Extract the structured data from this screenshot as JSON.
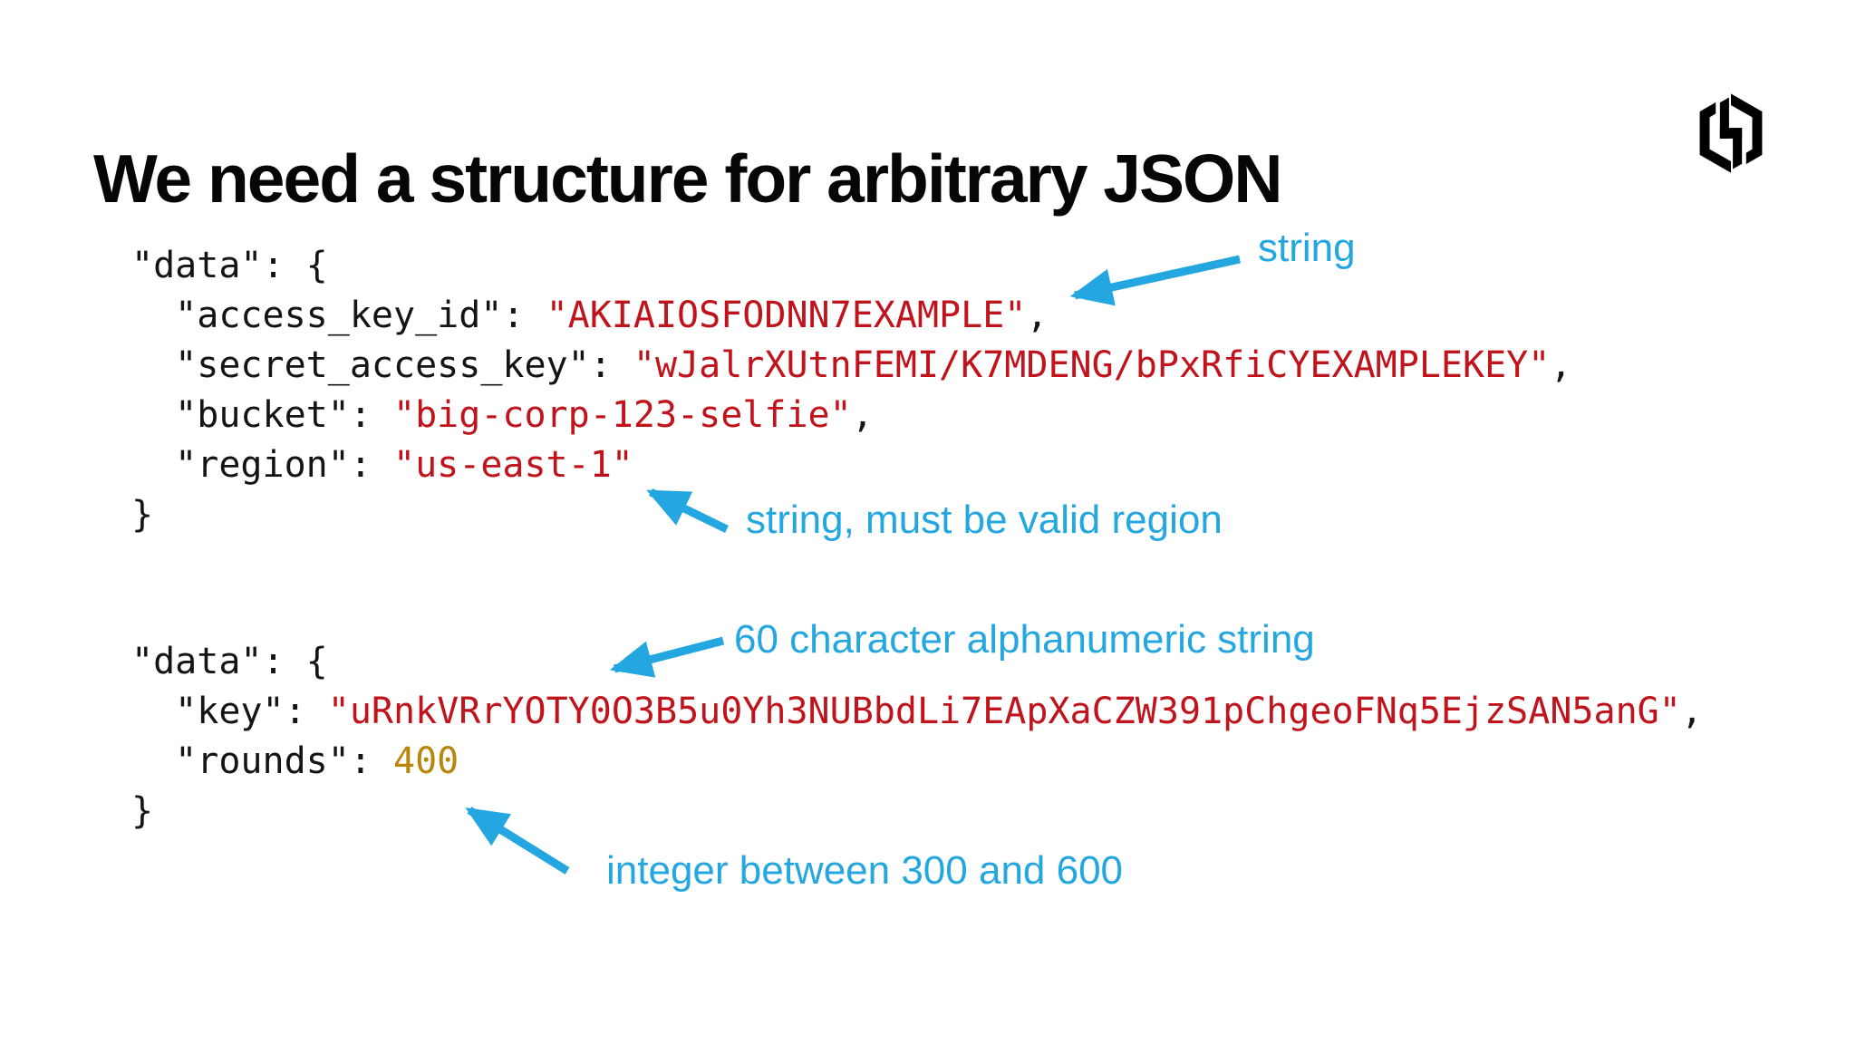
{
  "page": {
    "title": "We need a structure for arbitrary JSON"
  },
  "logo": {
    "name": "hashicorp-logo",
    "color": "#000000"
  },
  "colors": {
    "annotation_blue": "#24a7e0",
    "string_red": "#c0131c",
    "number_gold": "#b8860b",
    "code_ink": "#141414"
  },
  "code_blocks": [
    {
      "name": "aws-credentials-json",
      "lines": [
        [
          [
            "k",
            "\"data\": {"
          ]
        ],
        [
          [
            "k",
            "  \"access_key_id\": "
          ],
          [
            "s",
            "\"AKIAIOSFODNN7EXAMPLE\""
          ],
          [
            "k",
            ","
          ]
        ],
        [
          [
            "k",
            "  \"secret_access_key\": "
          ],
          [
            "s",
            "\"wJalrXUtnFEMI/K7MDENG/bPxRfiCYEXAMPLEKEY\""
          ],
          [
            "k",
            ","
          ]
        ],
        [
          [
            "k",
            "  \"bucket\": "
          ],
          [
            "s",
            "\"big-corp-123-selfie\""
          ],
          [
            "k",
            ","
          ]
        ],
        [
          [
            "k",
            "  \"region\": "
          ],
          [
            "s",
            "\"us-east-1\""
          ]
        ],
        [
          [
            "k",
            "}"
          ]
        ]
      ]
    },
    {
      "name": "key-rounds-json",
      "lines": [
        [
          [
            "k",
            "\"data\": {"
          ]
        ],
        [
          [
            "k",
            "  \"key\": "
          ],
          [
            "s",
            "\"uRnkVRrYOTY0O3B5u0Yh3NUBbdLi7EApXaCZW391pChgeoFNq5EjzSAN5anG\""
          ],
          [
            "k",
            ","
          ]
        ],
        [
          [
            "k",
            "  \"rounds\": "
          ],
          [
            "n",
            "400"
          ]
        ],
        [
          [
            "k",
            "}"
          ]
        ]
      ]
    }
  ],
  "annotations": [
    {
      "label": "string"
    },
    {
      "label": "string, must be valid region"
    },
    {
      "label": "60 character alphanumeric string"
    },
    {
      "label": "integer between 300 and 600"
    }
  ]
}
